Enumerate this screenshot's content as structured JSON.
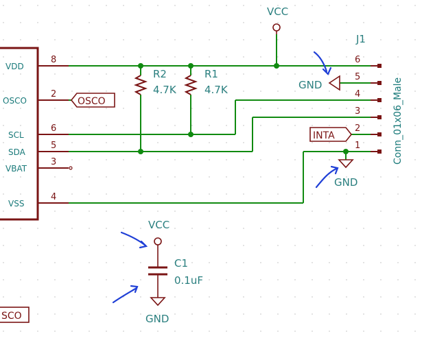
{
  "ic": {
    "pins": [
      {
        "name": "VDD",
        "num": "8"
      },
      {
        "name": "OSCO",
        "num": "2"
      },
      {
        "name": "SCL",
        "num": "6"
      },
      {
        "name": "SDA",
        "num": "5"
      },
      {
        "name": "VBAT",
        "num": "3"
      },
      {
        "name": "VSS",
        "num": "4"
      }
    ]
  },
  "labels": {
    "osco_global": "OSCO",
    "osco_partial": "SCO",
    "inta": "INTA"
  },
  "power": {
    "vcc_top": "VCC",
    "vcc_cap": "VCC",
    "gnd_pin5": "GND",
    "gnd_pin1": "GND",
    "gnd_cap": "GND"
  },
  "resistors": [
    {
      "ref": "R2",
      "value": "4.7K"
    },
    {
      "ref": "R1",
      "value": "4.7K"
    }
  ],
  "capacitor": {
    "ref": "C1",
    "value": "0.1uF"
  },
  "connector": {
    "ref": "J1",
    "value": "Conn_01x06_Male",
    "pins": [
      "6",
      "5",
      "4",
      "3",
      "2",
      "1"
    ]
  },
  "colors": {
    "wire": "#108a10",
    "component": "#7a1414",
    "text": "#1a7a7a",
    "annotation": "#1f3fd6"
  }
}
